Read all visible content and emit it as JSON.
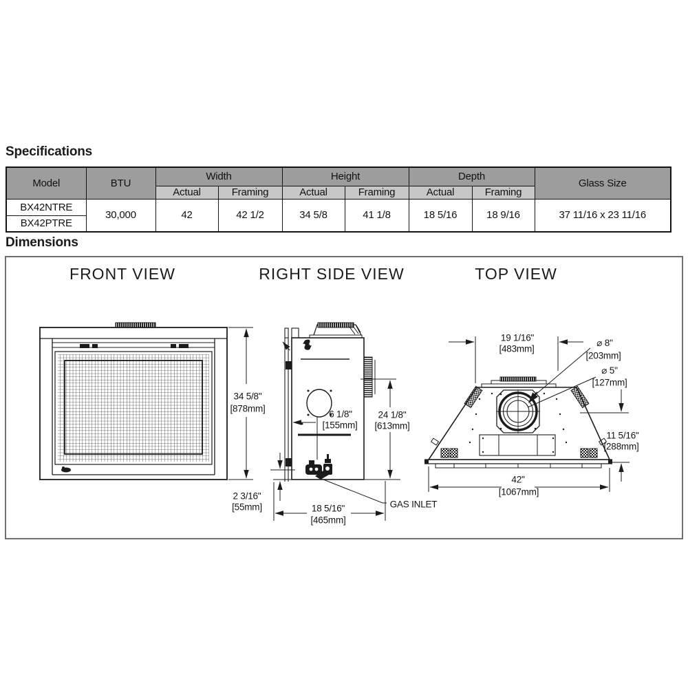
{
  "spec": {
    "heading": "Specifications",
    "table": {
      "col_model": "Model",
      "col_btu": "BTU",
      "col_width": "Width",
      "col_height": "Height",
      "col_depth": "Depth",
      "col_glass": "Glass Size",
      "sub": [
        "Actual",
        "Framing"
      ],
      "models": [
        "BX42NTRE",
        "BX42PTRE"
      ],
      "btu": "30,000",
      "width_actual": "42",
      "width_framing": "42 1/2",
      "height_actual": "34 5/8",
      "height_framing": "41 1/8",
      "depth_actual": "18 5/16",
      "depth_framing": "18 9/16",
      "glass": "37 11/16 x 23 11/16"
    }
  },
  "dims": {
    "heading": "Dimensions",
    "front_title": "FRONT VIEW",
    "side_title": "RIGHT SIDE VIEW",
    "top_title": "TOP VIEW",
    "front_height_in": "34 5/8\"",
    "front_height_mm": "[878mm]",
    "floor_gap_in": "2 3/16\"",
    "floor_gap_mm": "[55mm]",
    "gas_offset_in": "6 1/8\"",
    "gas_offset_mm": "[155mm]",
    "vent_center_in": "24 1/8\"",
    "vent_center_mm": "[613mm]",
    "depth_in": "18 5/16\"",
    "depth_mm": "[465mm]",
    "gas_inlet": "GAS INLET",
    "back_width_in": "19 1/16\"",
    "back_width_mm": "[483mm]",
    "flue_outer_dia": "⌀ 8\"",
    "flue_outer_mm": "[203mm]",
    "flue_liner_dia": "⌀ 5\"",
    "flue_liner_mm": "[127mm]",
    "flue_to_front_in": "11 5/16\"",
    "flue_to_front_mm": "[288mm]",
    "front_width_in": "42\"",
    "front_width_mm": "[1067mm]"
  },
  "colors": {
    "header_dark": "#9d9d9d",
    "header_light": "#c7c7c7",
    "line": "#1b1b1b",
    "box_border": "#6e6e6e"
  }
}
